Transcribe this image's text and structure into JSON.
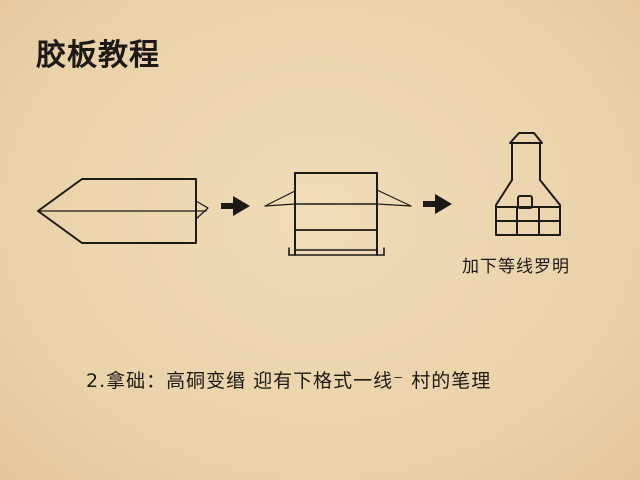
{
  "title": "胶板教程",
  "result_label": "加下等线罗明",
  "caption": "2.拿础：高硐变缗 迎有下格式一线⁻ 村的笔理",
  "colors": {
    "background": "#ecd5ad",
    "ink": "#1c1a17"
  },
  "icons": [
    "right-arrow-icon",
    "right-arrow-icon"
  ]
}
